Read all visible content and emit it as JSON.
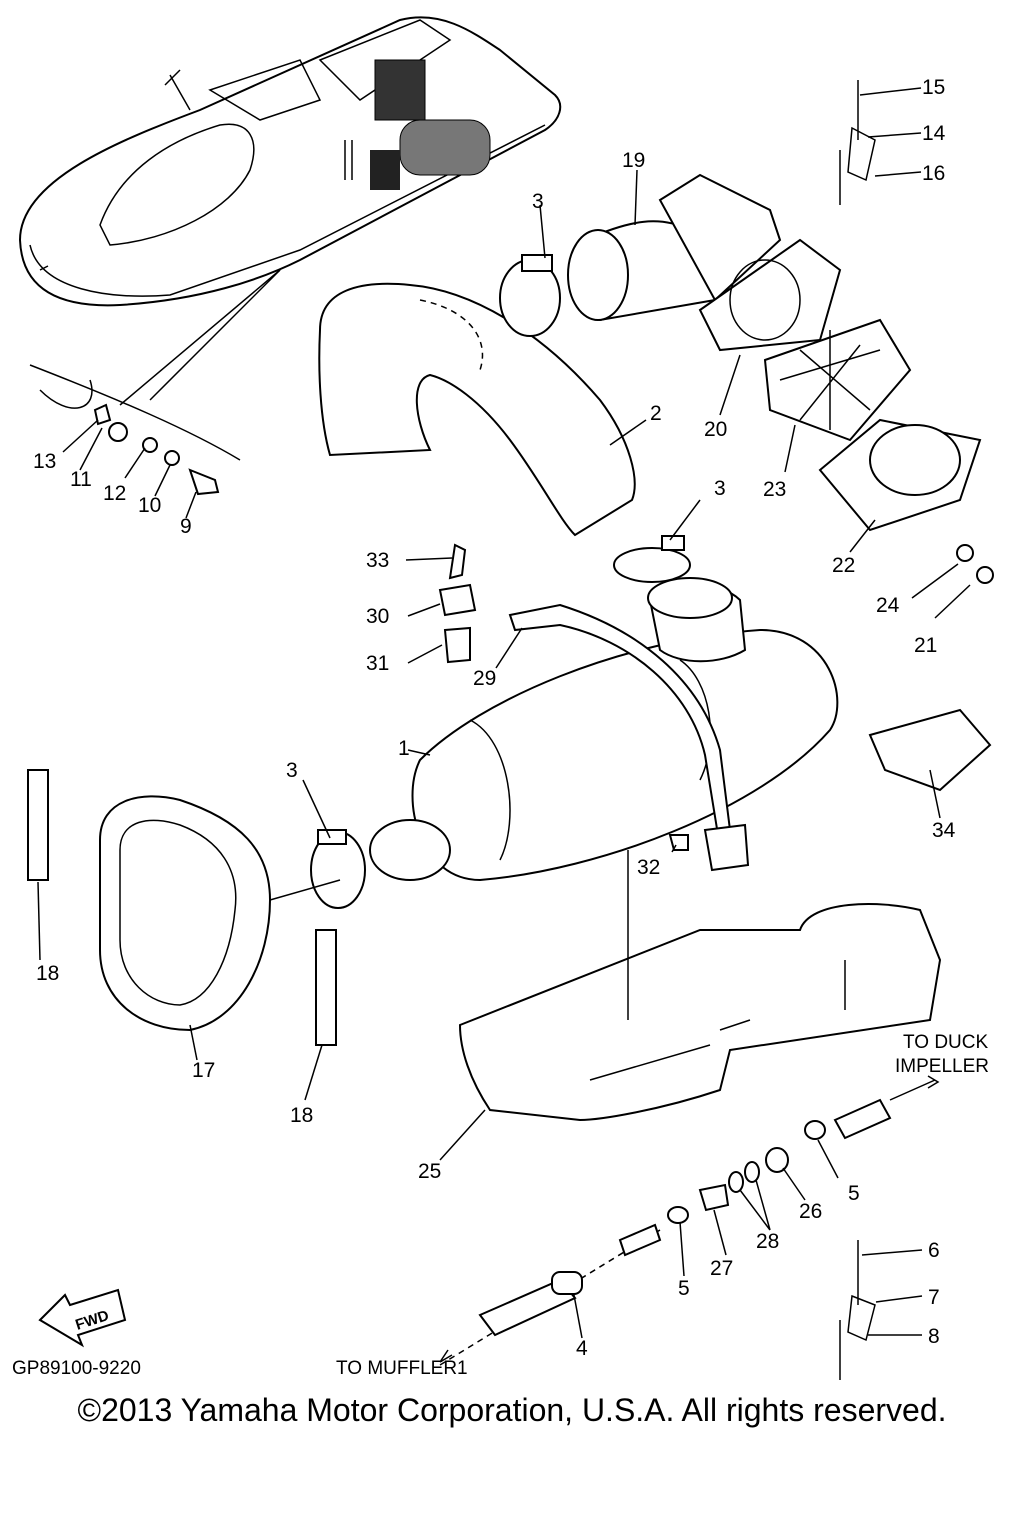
{
  "diagram": {
    "part_numbers": [
      {
        "id": "p1",
        "label": "1"
      },
      {
        "id": "p2",
        "label": "2"
      },
      {
        "id": "p3a",
        "label": "3"
      },
      {
        "id": "p3b",
        "label": "3"
      },
      {
        "id": "p3c",
        "label": "3"
      },
      {
        "id": "p4",
        "label": "4"
      },
      {
        "id": "p5a",
        "label": "5"
      },
      {
        "id": "p5b",
        "label": "5"
      },
      {
        "id": "p6",
        "label": "6"
      },
      {
        "id": "p7",
        "label": "7"
      },
      {
        "id": "p8",
        "label": "8"
      },
      {
        "id": "p9",
        "label": "9"
      },
      {
        "id": "p10",
        "label": "10"
      },
      {
        "id": "p11",
        "label": "11"
      },
      {
        "id": "p12",
        "label": "12"
      },
      {
        "id": "p13",
        "label": "13"
      },
      {
        "id": "p14",
        "label": "14"
      },
      {
        "id": "p15",
        "label": "15"
      },
      {
        "id": "p16",
        "label": "16"
      },
      {
        "id": "p17",
        "label": "17"
      },
      {
        "id": "p18a",
        "label": "18"
      },
      {
        "id": "p18b",
        "label": "18"
      },
      {
        "id": "p19",
        "label": "19"
      },
      {
        "id": "p20",
        "label": "20"
      },
      {
        "id": "p21",
        "label": "21"
      },
      {
        "id": "p22",
        "label": "22"
      },
      {
        "id": "p23",
        "label": "23"
      },
      {
        "id": "p24",
        "label": "24"
      },
      {
        "id": "p25",
        "label": "25"
      },
      {
        "id": "p26",
        "label": "26"
      },
      {
        "id": "p27",
        "label": "27"
      },
      {
        "id": "p28",
        "label": "28"
      },
      {
        "id": "p29",
        "label": "29"
      },
      {
        "id": "p30",
        "label": "30"
      },
      {
        "id": "p31",
        "label": "31"
      },
      {
        "id": "p32",
        "label": "32"
      },
      {
        "id": "p33",
        "label": "33"
      },
      {
        "id": "p34",
        "label": "34"
      }
    ],
    "notes": {
      "to_duck_line1": "TO DUCK",
      "to_duck_line2": "IMPELLER",
      "to_muffler": "TO MUFFLER1",
      "fwd": "FWD"
    },
    "ref_code": "GP89100-9220"
  },
  "footer": {
    "copyright": "©2013 Yamaha Motor Corporation, U.S.A. All rights reserved."
  }
}
